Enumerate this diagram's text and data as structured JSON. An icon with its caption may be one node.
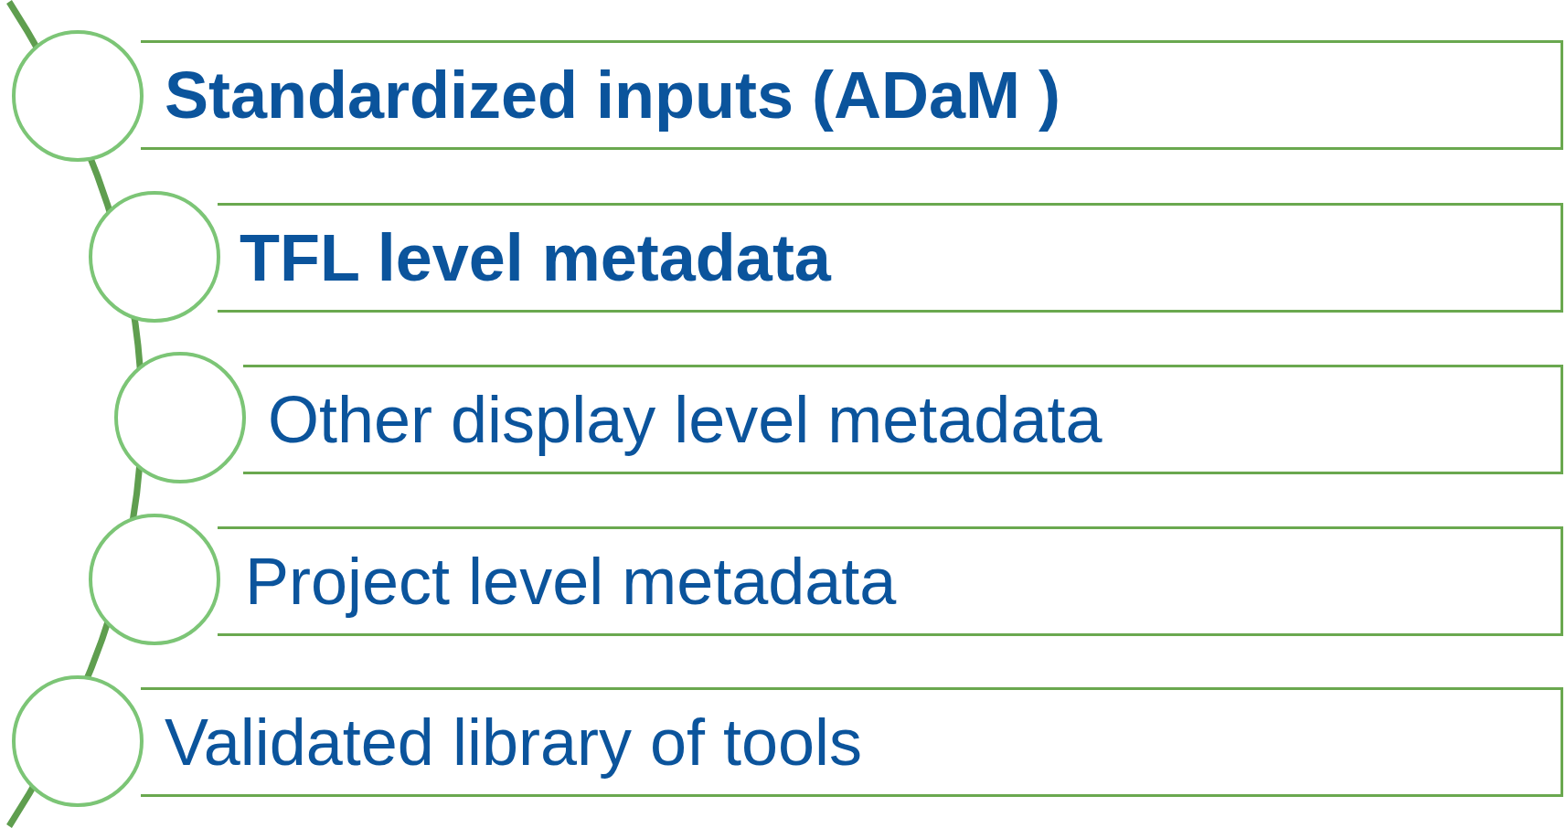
{
  "diagram": {
    "nodes": [
      {
        "text": [
          "Standardized inputs (ADaM )"
        ]
      },
      {
        "text": [
          "TFL level metadata"
        ]
      },
      {
        "text": [
          "Other display level metadata"
        ]
      },
      {
        "text": [
          "Project level metadata"
        ]
      },
      {
        "text": [
          "Validated library of tools"
        ]
      },
      {
        "text": [],
        "shape": "circle"
      },
      {
        "text": [],
        "shape": "circle"
      },
      {
        "text": [],
        "shape": "circle"
      },
      {
        "text": [],
        "shape": "circle"
      },
      {
        "text": [],
        "shape": "circle"
      }
    ]
  }
}
